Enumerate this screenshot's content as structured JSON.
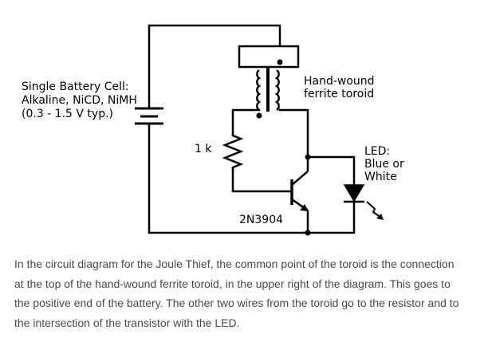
{
  "diagram": {
    "title": "",
    "battery_label": {
      "lines": [
        "Single Battery Cell:",
        "Alkaline, NiCD, NiMH",
        "(0.3 - 1.5 V typ.)"
      ]
    },
    "toroid_label": {
      "lines": [
        "Hand-wound",
        "ferrite toroid"
      ]
    },
    "resistor_label": "1 k",
    "led_label": {
      "lines": [
        "LED:",
        "Blue or",
        "White"
      ]
    },
    "transistor_label": "2N3904",
    "colors": {
      "wire": "#000000",
      "caption_text": "#4a4a4a",
      "background": "#ffffff"
    }
  },
  "caption": {
    "lines": [
      "In the circuit diagram for the Joule Thief, the common point of the toroid is the connection",
      "at the top of the hand-wound ferrite toroid, in the upper right of the diagram. This goes to",
      "the positive end of the battery. The other two wires from the toroid go to the resistor and to",
      "the intersection of the transistor with the LED."
    ]
  }
}
